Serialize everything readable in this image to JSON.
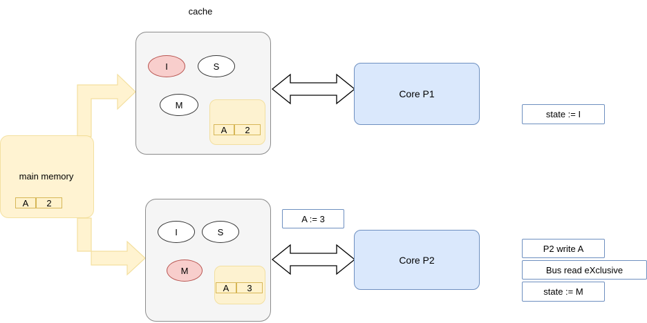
{
  "cache_label": "cache",
  "main_memory": {
    "label": "main memory",
    "entry": {
      "key": "A",
      "value": "2"
    }
  },
  "cache_p1": {
    "states": {
      "i": "I",
      "s": "S",
      "m": "M"
    },
    "highlighted_state": "I",
    "entry": {
      "key": "A",
      "value": "2"
    }
  },
  "cache_p2": {
    "states": {
      "i": "I",
      "s": "S",
      "m": "M"
    },
    "highlighted_state": "M",
    "entry": {
      "key": "A",
      "value": "3"
    }
  },
  "core_p1": {
    "label": "Core P1"
  },
  "core_p2": {
    "label": "Core P2"
  },
  "write_note": "A := 3",
  "p1_events": [
    "state := I"
  ],
  "p2_events": [
    "P2 write A",
    "Bus read eXclusive",
    "state := M"
  ],
  "colors": {
    "cache_fill": "#f5f5f5",
    "cache_border": "#8a8a8a",
    "memory_fill": "#fff2cc",
    "memory_border": "#d6b656",
    "core_fill": "#dae8fc",
    "core_border": "#6c8ebf",
    "state_highlight": "#f8cecc"
  }
}
